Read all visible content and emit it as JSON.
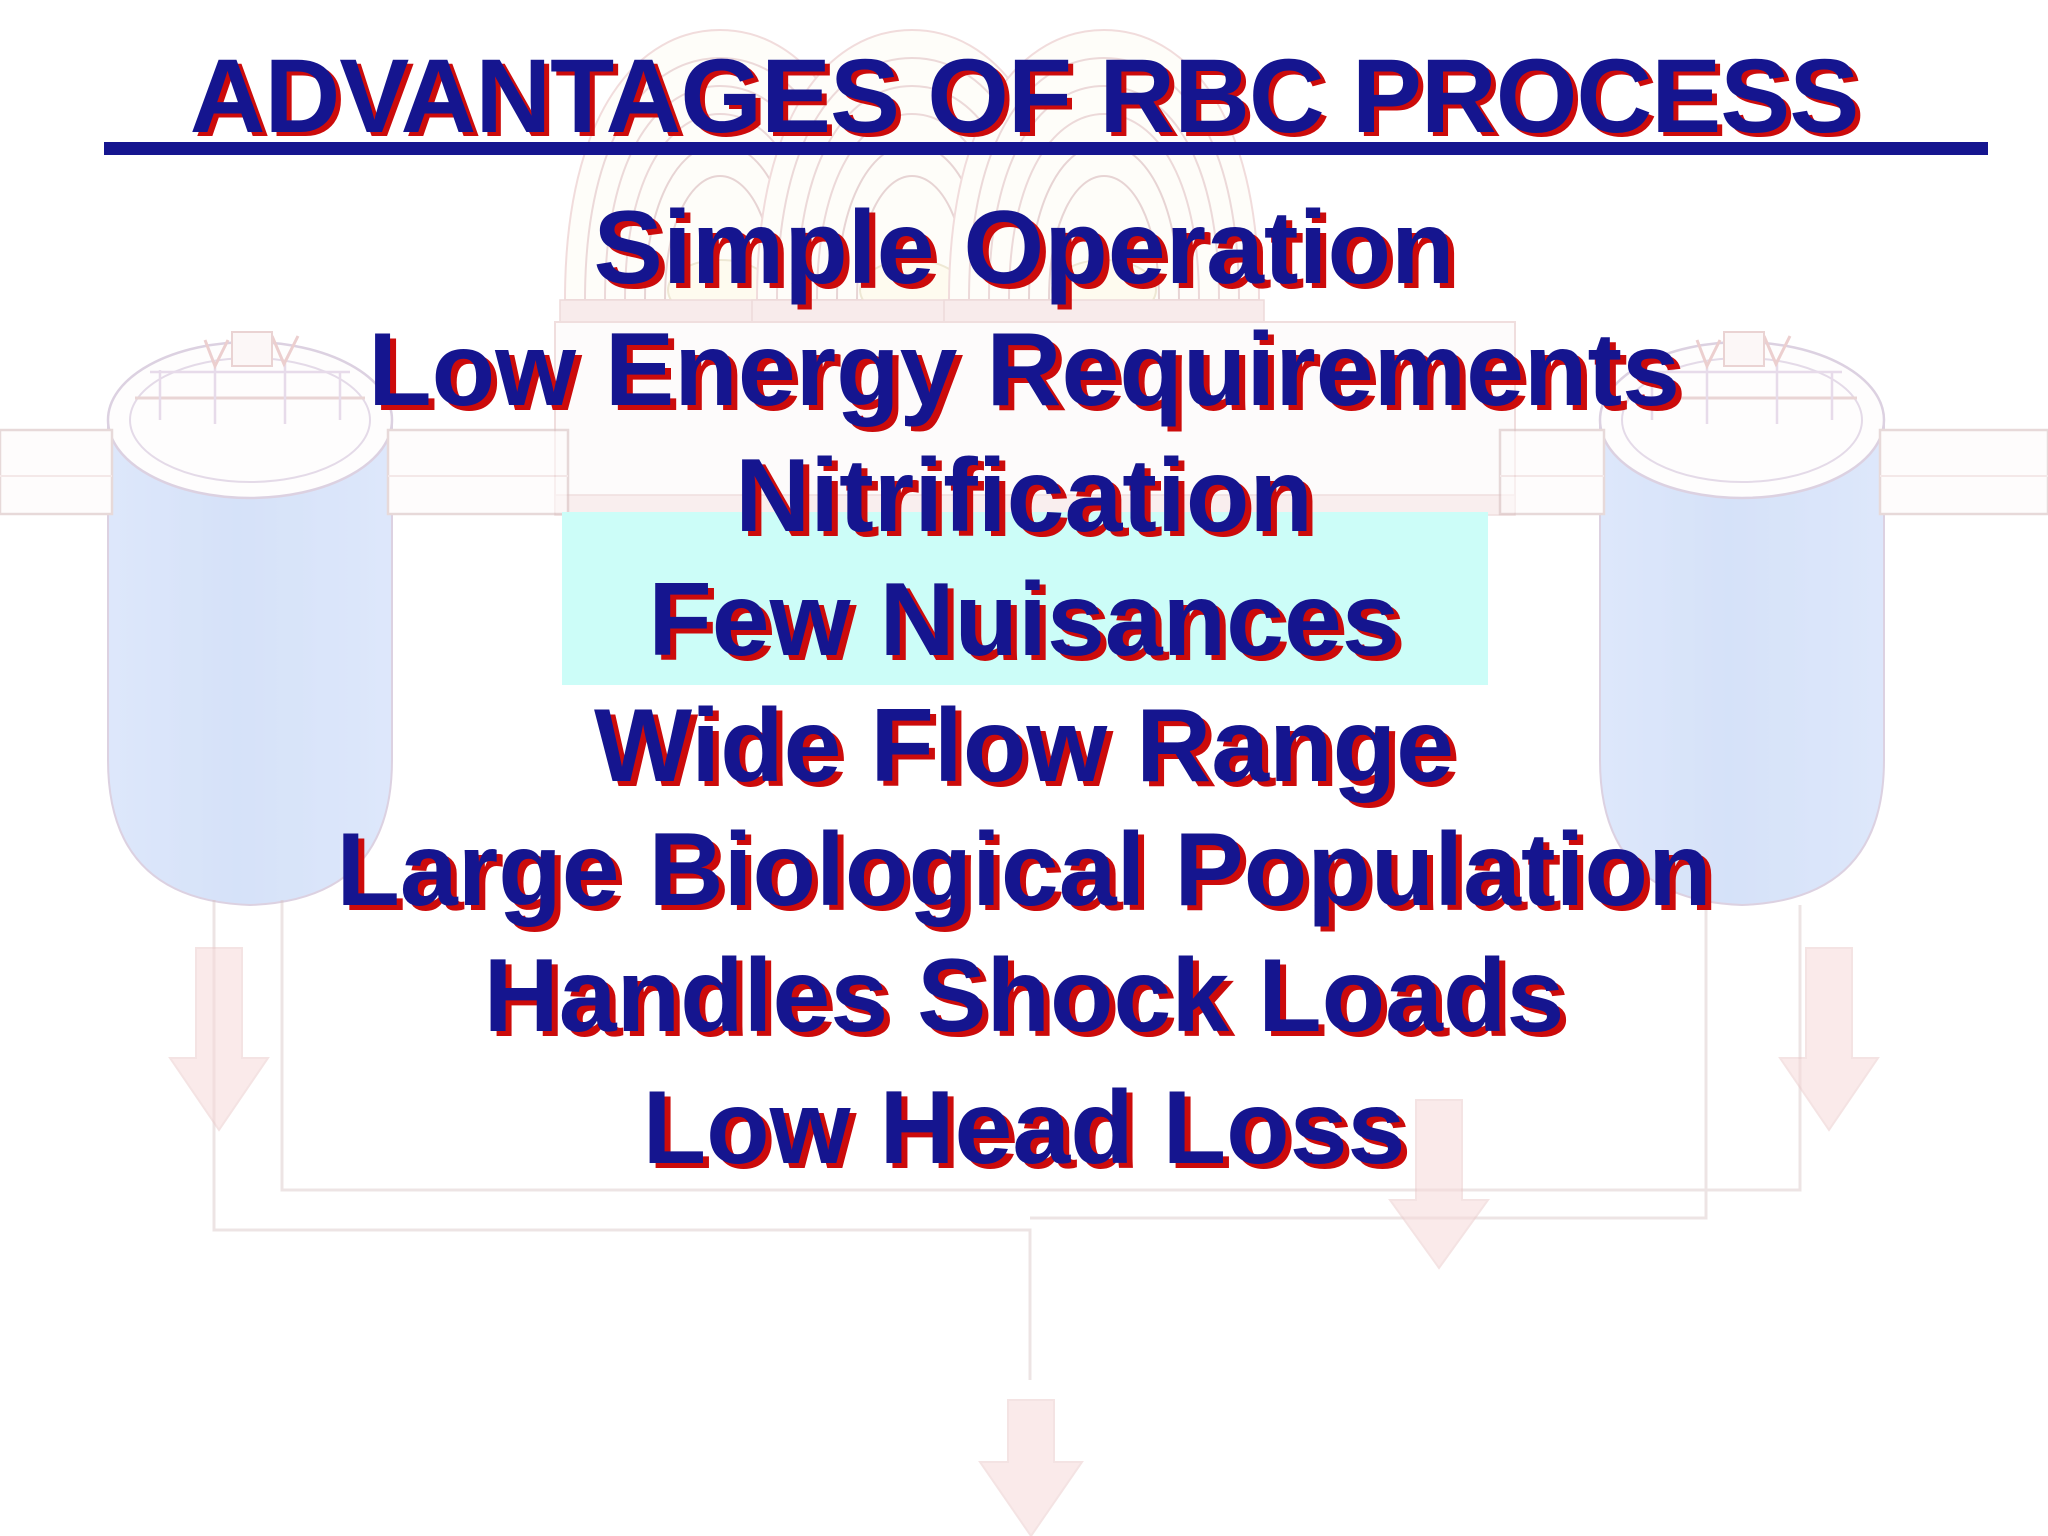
{
  "slide": {
    "title": "ADVANTAGES OF RBC PROCESS",
    "title_underlined": true,
    "colors": {
      "text_blue": "#15158f",
      "shadow_red": "#cc0b0b",
      "highlight_cyan": "#ccfdf8",
      "background": "#ffffff",
      "watermark_tank_blue": "#c3d4f5",
      "watermark_pipe_pink": "#f3dada"
    },
    "bullets": [
      {
        "label": "Simple Operation",
        "highlighted": false
      },
      {
        "label": "Low Energy Requirements",
        "highlighted": false
      },
      {
        "label": "Nitrification",
        "highlighted": true
      },
      {
        "label": "Few Nuisances",
        "highlighted": false
      },
      {
        "label": "Wide Flow Range",
        "highlighted": false
      },
      {
        "label": "Large Biological Population",
        "highlighted": false
      },
      {
        "label": "Handles Shock Loads",
        "highlighted": false
      },
      {
        "label": "Low Head Loss",
        "highlighted": false
      }
    ],
    "background_watermark": {
      "description": "faded RBC wastewater treatment process flow diagram",
      "elements": [
        "left-clarifier-tank",
        "right-clarifier-tank",
        "rotating-biological-contactor-discs",
        "inlet-pipe",
        "outlet-pipe",
        "recycle-piping",
        "sludge-down-arrow-left",
        "sludge-down-arrow-center",
        "sludge-down-arrow-right",
        "effluent-down-arrow-bottom"
      ]
    }
  }
}
